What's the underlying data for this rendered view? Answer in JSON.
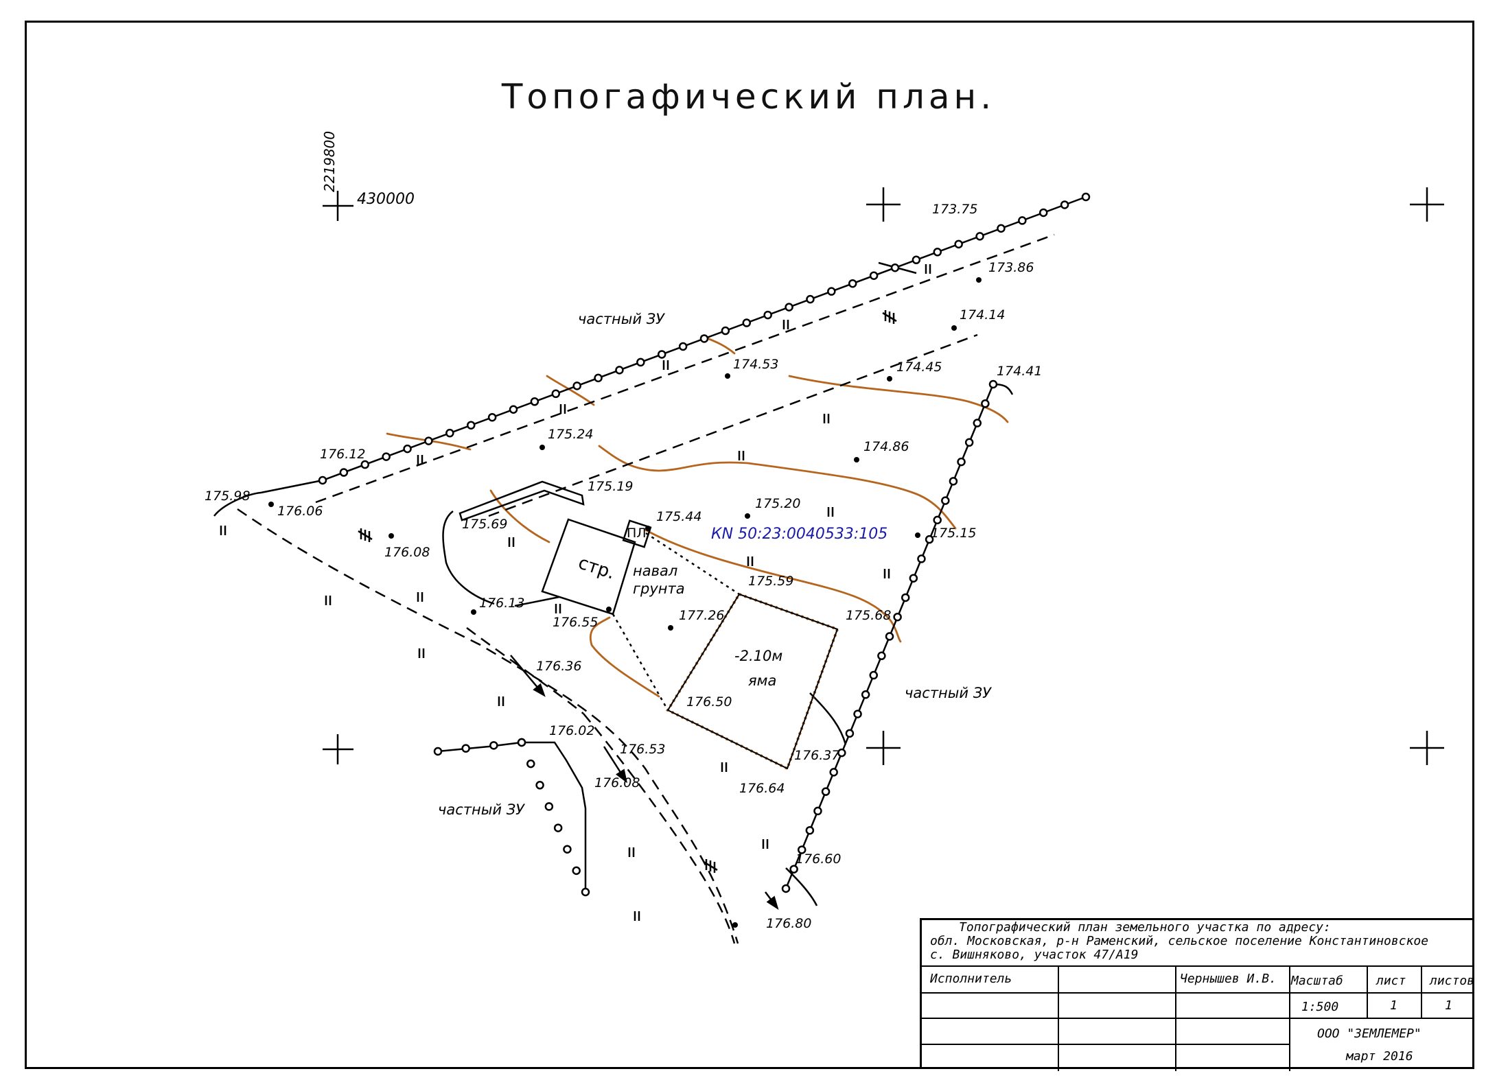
{
  "title": "Топогафический план.",
  "grid": {
    "x_label": "430000",
    "y_label": "2219800"
  },
  "labels": {
    "neighbor_1": "частный ЗУ",
    "neighbor_2": "частный ЗУ",
    "neighbor_3": "частный ЗУ",
    "cadastral": "КN 50:23:0040533:105",
    "structure": "стр.",
    "pl": "ПЛ",
    "soil_1": "навал",
    "soil_2": "грунта",
    "pit_depth": "-2.10м",
    "pit_name": "яма"
  },
  "elevations": [
    "173.75",
    "173.86",
    "174.14",
    "174.53",
    "174.45",
    "174.41",
    "176.12",
    "175.24",
    "174.86",
    "175.98",
    "176.06",
    "175.19",
    "175.69",
    "175.44",
    "175.20",
    "175.15",
    "176.08",
    "175.59",
    "176.13",
    "176.55",
    "177.26",
    "175.68",
    "176.36",
    "176.50",
    "176.02",
    "176.53",
    "176.37",
    "176.08",
    "176.64",
    "176.60",
    "176.80"
  ],
  "stamp": {
    "address_1": "Топографический план земельного участка по адресу:",
    "address_2": "обл. Московская, р-н Раменский, сельское поселение Константиновское",
    "address_3": "с. Вишняково, участок 47/А19",
    "executor_label": "Исполнитель",
    "executor_name": "Чернышев И.В.",
    "scale_label": "Масштаб",
    "sheet_label": "лист",
    "sheets_label": "листов",
    "scale_value": "1:500",
    "sheet_value": "1",
    "sheets_value": "1",
    "company": "ООО \"ЗЕМЛЕМЕР\"",
    "date": "март 2016"
  },
  "colors": {
    "contour": "#b5651d",
    "ink": "#000000",
    "cadastral": "#1a1aa8"
  }
}
